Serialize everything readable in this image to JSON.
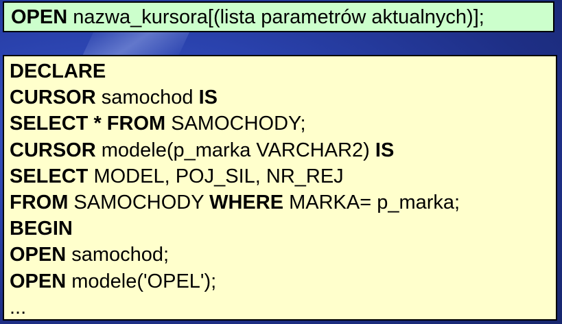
{
  "syntax": {
    "keyword": "OPEN",
    "rest": " nazwa_kursora[(lista parametrów aktualnych)];"
  },
  "code_lines": [
    [
      {
        "t": "DECLARE",
        "b": true
      }
    ],
    [
      {
        "t": "CURSOR",
        "b": true
      },
      {
        "t": " samochod ",
        "b": false
      },
      {
        "t": "IS",
        "b": true
      }
    ],
    [
      {
        "t": "SELECT * FROM",
        "b": true
      },
      {
        "t": " SAMOCHODY;",
        "b": false
      }
    ],
    [
      {
        "t": "CURSOR",
        "b": true
      },
      {
        "t": " modele(p_marka VARCHAR2) ",
        "b": false
      },
      {
        "t": "IS",
        "b": true
      }
    ],
    [
      {
        "t": "SELECT",
        "b": true
      },
      {
        "t": " MODEL, POJ_SIL, NR_REJ",
        "b": false
      }
    ],
    [
      {
        "t": "FROM",
        "b": true
      },
      {
        "t": " SAMOCHODY ",
        "b": false
      },
      {
        "t": "WHERE",
        "b": true
      },
      {
        "t": " MARKA= p_marka;",
        "b": false
      }
    ],
    [
      {
        "t": "BEGIN",
        "b": true
      }
    ],
    [
      {
        "t": "OPEN",
        "b": true
      },
      {
        "t": " samochod;",
        "b": false
      }
    ],
    [
      {
        "t": "OPEN",
        "b": true
      },
      {
        "t": " modele('OPEL');",
        "b": false
      }
    ],
    [
      {
        "t": "...",
        "b": false
      }
    ]
  ]
}
